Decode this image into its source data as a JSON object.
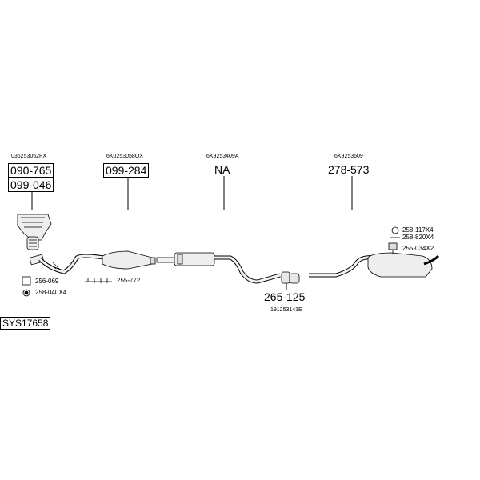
{
  "diagram": {
    "system_code": "SYS17658",
    "refs": {
      "manifold_oe": "036253052FX",
      "cat_oe": "6K0253058QX",
      "middle_oe": "6K9253409A",
      "rear_oe": "6K9253609",
      "clamp_oe": "191253141E"
    },
    "parts": {
      "manifold_1": "090-765",
      "manifold_2": "099-046",
      "cat": "099-284",
      "middle": "NA",
      "rear": "278-573",
      "clamp": "265-125"
    },
    "small_parts": {
      "gasket_square": "256-069",
      "ring": "258-040X4",
      "bolts": "255-772",
      "ring_rear": "258-117X4",
      "hanger_rear": "258-820X4",
      "bolt_rear": "255-034X2"
    },
    "colors": {
      "line": "#000000",
      "pipe_fill": "#f2f2f2",
      "box_fill": "#ffffff"
    }
  }
}
